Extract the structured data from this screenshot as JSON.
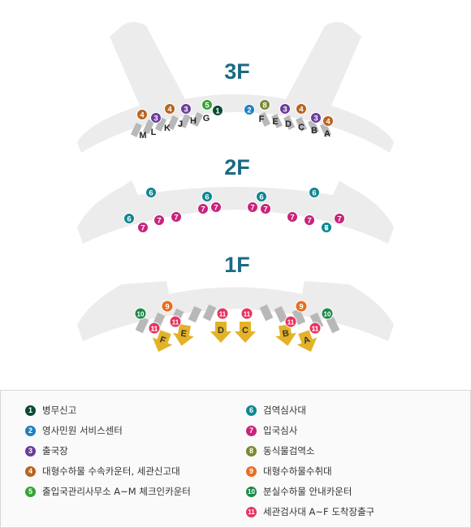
{
  "colors": {
    "1": "#0b4a32",
    "2": "#1f7fc2",
    "3": "#6b3d9a",
    "4": "#b7651f",
    "5": "#33a532",
    "6": "#0d8792",
    "7": "#c8237a",
    "8": "#7b8731",
    "9": "#ea6d1e",
    "10": "#1b8a49",
    "11": "#e6345f",
    "arrow": "#e3b226",
    "floor_label": "#1a6a86",
    "shape": "#ececec"
  },
  "floors": [
    {
      "label": "3F"
    },
    {
      "label": "2F"
    },
    {
      "label": "1F"
    }
  ],
  "gates_3f": [
    "M",
    "L",
    "K",
    "J",
    "H",
    "G",
    "F",
    "E",
    "D",
    "C",
    "B",
    "A"
  ],
  "arrivals_1f": [
    "F",
    "E",
    "D",
    "C",
    "B",
    "A"
  ],
  "markers_3f": [
    "4",
    "3",
    "4",
    "3",
    "5",
    "1",
    "2",
    "8",
    "3",
    "4",
    "3",
    "4"
  ],
  "markers_2f": [
    "6",
    "6",
    "6",
    "6",
    "6",
    "7",
    "7",
    "7",
    "7",
    "7",
    "7",
    "7",
    "7",
    "7",
    "7",
    "7",
    "7",
    "6"
  ],
  "markers_1f": [
    "10",
    "9",
    "11",
    "11",
    "11",
    "11",
    "9",
    "10",
    "11",
    "11",
    "11",
    "11"
  ],
  "legend": [
    {
      "num": "1",
      "label": "병무신고"
    },
    {
      "num": "2",
      "label": "영사민원 서비스센터"
    },
    {
      "num": "3",
      "label": "출국장"
    },
    {
      "num": "4",
      "label": "대형수하물 수속카운터, 세관신고대"
    },
    {
      "num": "5",
      "label": "출입국관리사무소 A~M 체크인카운터"
    },
    {
      "num": "6",
      "label": "검역심사대"
    },
    {
      "num": "7",
      "label": "입국심사"
    },
    {
      "num": "8",
      "label": "동식물검역소"
    },
    {
      "num": "9",
      "label": "대형수하물수취대"
    },
    {
      "num": "10",
      "label": "분실수하물 안내카운터"
    },
    {
      "num": "11",
      "label": "세관검사대 A~F 도착장출구"
    }
  ]
}
